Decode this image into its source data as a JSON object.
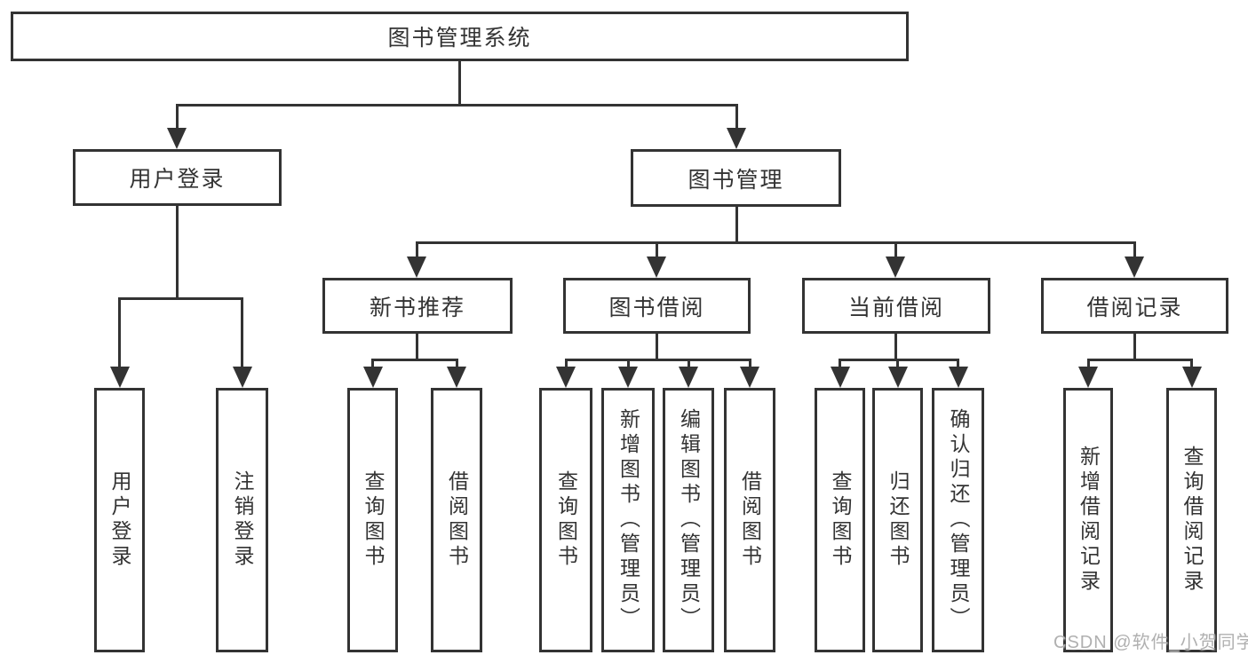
{
  "colors": {
    "line": "#333333",
    "text": "#333333",
    "bg": "#ffffff",
    "watermark": "#b0b0b0"
  },
  "tree": {
    "root": {
      "label": "图书管理系统",
      "children": [
        {
          "label": "用户登录",
          "children": [
            {
              "label": "用户登录"
            },
            {
              "label": "注销登录"
            }
          ]
        },
        {
          "label": "图书管理",
          "children": [
            {
              "label": "新书推荐",
              "children": [
                {
                  "label": "查询图书"
                },
                {
                  "label": "借阅图书"
                }
              ]
            },
            {
              "label": "图书借阅",
              "children": [
                {
                  "label": "查询图书"
                },
                {
                  "label": "新增图书（管理员）"
                },
                {
                  "label": "编辑图书（管理员）"
                },
                {
                  "label": "借阅图书"
                }
              ]
            },
            {
              "label": "当前借阅",
              "children": [
                {
                  "label": "查询图书"
                },
                {
                  "label": "归还图书"
                },
                {
                  "label": "确认归还（管理员）"
                }
              ]
            },
            {
              "label": "借阅记录",
              "children": [
                {
                  "label": "新增借阅记录"
                },
                {
                  "label": "查询借阅记录"
                }
              ]
            }
          ]
        }
      ]
    }
  },
  "watermark": {
    "text": "CSDN @软件_小贺同学"
  }
}
